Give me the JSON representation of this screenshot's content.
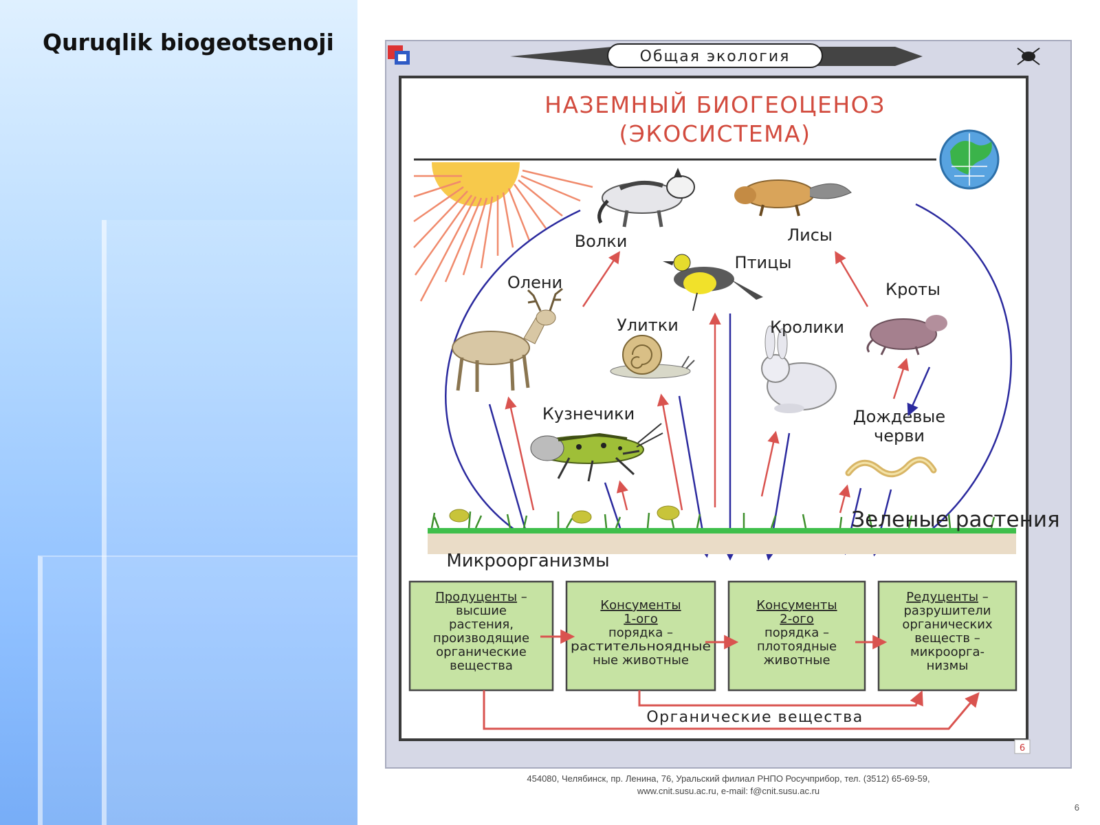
{
  "slide": {
    "title": "Quruqlik biogeotsenoji",
    "page_number": "6"
  },
  "poster": {
    "header": "Общая экология",
    "title_line1": "НАЗЕМНЫЙ БИОГЕОЦЕНОЗ",
    "title_line2": "(ЭКОСИСТЕМА)",
    "corner_number": "6",
    "organisms": {
      "wolves": "Волки",
      "foxes": "Лисы",
      "birds": "Птицы",
      "deer": "Олени",
      "moles": "Кроты",
      "snails": "Улитки",
      "rabbits": "Кролики",
      "grasshoppers": "Кузнечики",
      "worms_line1": "Дождевые",
      "worms_line2": "черви",
      "plants": "Зеленые растения",
      "microorganisms": "Микроорганизмы"
    },
    "boxes": [
      {
        "head": "Продуценты",
        "dash": "–",
        "lines": [
          "высшие",
          "растения,",
          "производящие",
          "органические",
          "вещества"
        ]
      },
      {
        "head": "Консументы",
        "head2": "1-ого",
        "lines": [
          "порядка –",
          "растительноядные",
          "ные животные"
        ]
      },
      {
        "head": "Консументы",
        "head2": "2-ого",
        "lines": [
          "порядка –",
          "плотоядные",
          "животные"
        ]
      },
      {
        "head": "Редуценты",
        "dash": "–",
        "lines": [
          "разрушители",
          "органических",
          "веществ –",
          "микроорга-",
          "низмы"
        ]
      }
    ],
    "bottom_label": "Органические вещества",
    "footer_line1": "454080, Челябинск, пр. Ленина, 76, Уральский филиал РНПО Росучприбор, тел. (3512) 65-69-59,",
    "footer_line2": "www.cnit.susu.ac.ru, e-mail: f@cnit.susu.ac.ru"
  },
  "colors": {
    "red_arrow": "#d9534f",
    "blue_arrow": "#2b2a9e",
    "box_fill": "#c6e3a3",
    "title_red": "#d24b3e"
  }
}
